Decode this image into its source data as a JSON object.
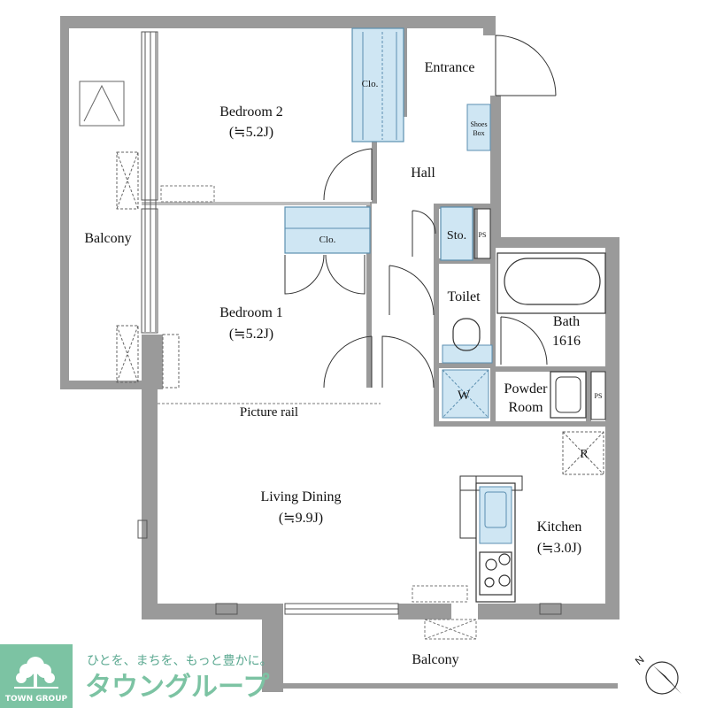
{
  "floorplan": {
    "rooms": {
      "bedroom2": {
        "name": "Bedroom 2",
        "size": "(≒5.2J)"
      },
      "bedroom1": {
        "name": "Bedroom 1",
        "size": "(≒5.2J)"
      },
      "living": {
        "name": "Living Dining",
        "size": "(≒9.9J)"
      },
      "kitchen": {
        "name": "Kitchen",
        "size": "(≒3.0J)"
      },
      "balcony_left": "Balcony",
      "balcony_bottom": "Balcony",
      "entrance": "Entrance",
      "hall": "Hall",
      "toilet": "Toilet",
      "bath": "Bath",
      "bath_size": "1616",
      "powder_room_line1": "Powder",
      "powder_room_line2": "Room",
      "storage": "Sto."
    },
    "labels": {
      "closet_top": "Clo.",
      "closet_mid": "Clo.",
      "shoes_box_line1": "Shoes",
      "shoes_box_line2": "Box",
      "ps_upper": "PS",
      "ps_lower": "PS",
      "washer": "W",
      "refrigerator": "R",
      "picture_rail": "Picture rail",
      "north": "N"
    },
    "colors": {
      "wall": "#9a9a9a",
      "storage_fill": "#cfe6f3",
      "storage_stroke": "#5b8fb0"
    }
  },
  "branding": {
    "tagline": "ひとを、まちを、もっと豊かに。",
    "company_name": "タウングループ",
    "logo_caption": "TOWN GROUP",
    "logo_color": "#7cc3a3",
    "accent_color": "#5aa890"
  }
}
